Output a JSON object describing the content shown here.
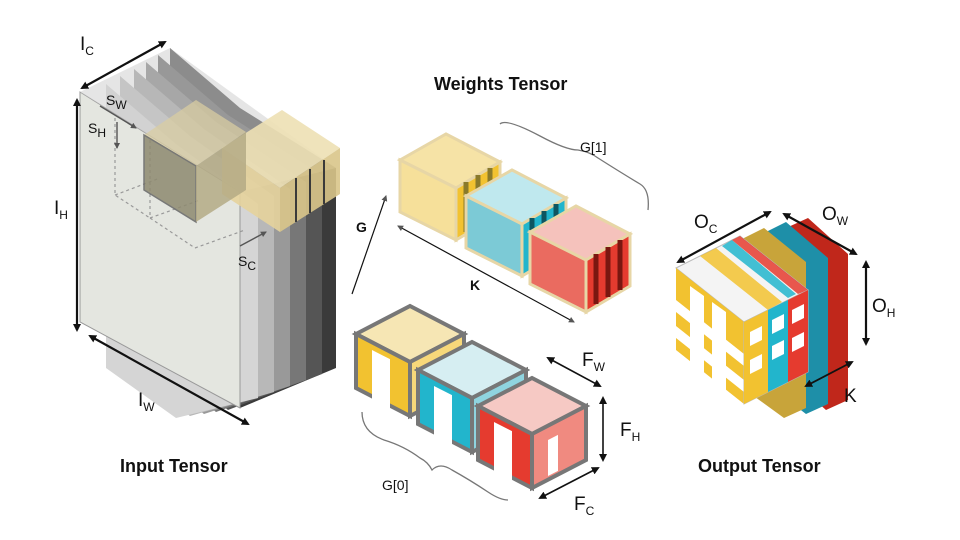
{
  "colors": {
    "gold": "#f2c230",
    "teal": "#22b5cc",
    "red": "#e53b2f",
    "white": "#ffffff",
    "frame": "#777777",
    "highlight": "#e9d9a6"
  },
  "input_tensor": {
    "title": "Input Tensor",
    "labels": {
      "ic": {
        "main": "I",
        "sub": "C"
      },
      "ih": {
        "main": "I",
        "sub": "H"
      },
      "iw": {
        "main": "I",
        "sub": "W"
      },
      "sw": {
        "main": "S",
        "sub": "W"
      },
      "sh": {
        "main": "S",
        "sub": "H"
      },
      "sc": {
        "main": "S",
        "sub": "C"
      }
    }
  },
  "weights_tensor": {
    "title": "Weights Tensor",
    "group1_label": "G[1]",
    "group0_label": "G[0]",
    "g_label": "G",
    "k_label": "K",
    "filter_labels": {
      "fw": {
        "main": "F",
        "sub": "W"
      },
      "fh": {
        "main": "F",
        "sub": "H"
      },
      "fc": {
        "main": "F",
        "sub": "C"
      }
    }
  },
  "output_tensor": {
    "title": "Output Tensor",
    "labels": {
      "oc": {
        "main": "O",
        "sub": "C"
      },
      "ow": {
        "main": "O",
        "sub": "W"
      },
      "oh": {
        "main": "O",
        "sub": "H"
      },
      "k": "K"
    }
  }
}
